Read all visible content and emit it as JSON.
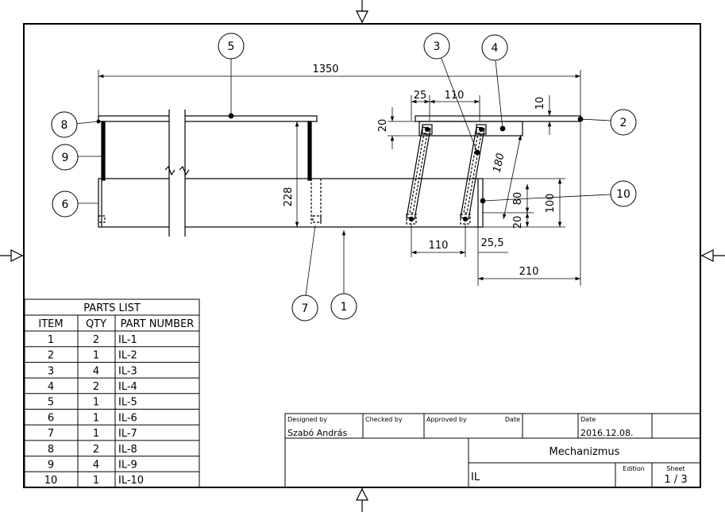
{
  "dimensions": {
    "d1350": "1350",
    "d25": "25",
    "d110_top": "110",
    "d10": "10",
    "d20_left": "20",
    "d180": "180",
    "d228": "228",
    "d80": "80",
    "d100": "100",
    "d20_right": "20",
    "d110_bottom": "110",
    "d25_5": "25,5",
    "d210": "210"
  },
  "balloons": [
    "1",
    "2",
    "3",
    "4",
    "5",
    "6",
    "7",
    "8",
    "9",
    "10"
  ],
  "parts_list": {
    "title": "PARTS LIST",
    "headers": [
      "ITEM",
      "QTY",
      "PART NUMBER"
    ],
    "rows": [
      [
        "1",
        "2",
        "IL-1"
      ],
      [
        "2",
        "1",
        "IL-2"
      ],
      [
        "3",
        "4",
        "IL-3"
      ],
      [
        "4",
        "2",
        "IL-4"
      ],
      [
        "5",
        "1",
        "IL-5"
      ],
      [
        "6",
        "1",
        "IL-6"
      ],
      [
        "7",
        "1",
        "IL-7"
      ],
      [
        "8",
        "2",
        "IL-8"
      ],
      [
        "9",
        "4",
        "IL-9"
      ],
      [
        "10",
        "1",
        "IL-10"
      ]
    ]
  },
  "title_block": {
    "designed_by_label": "Designed by",
    "designed_by": "Szabó András",
    "checked_by_label": "Checked by",
    "approved_by_label": "Approved by",
    "date_label_1": "Date",
    "date_label_2": "Date",
    "date": "2016.12.08.",
    "title": "Mechanizmus",
    "drawing_no": "IL",
    "edition_label": "Edition",
    "sheet_label": "Sheet",
    "sheet": "1 / 3"
  }
}
